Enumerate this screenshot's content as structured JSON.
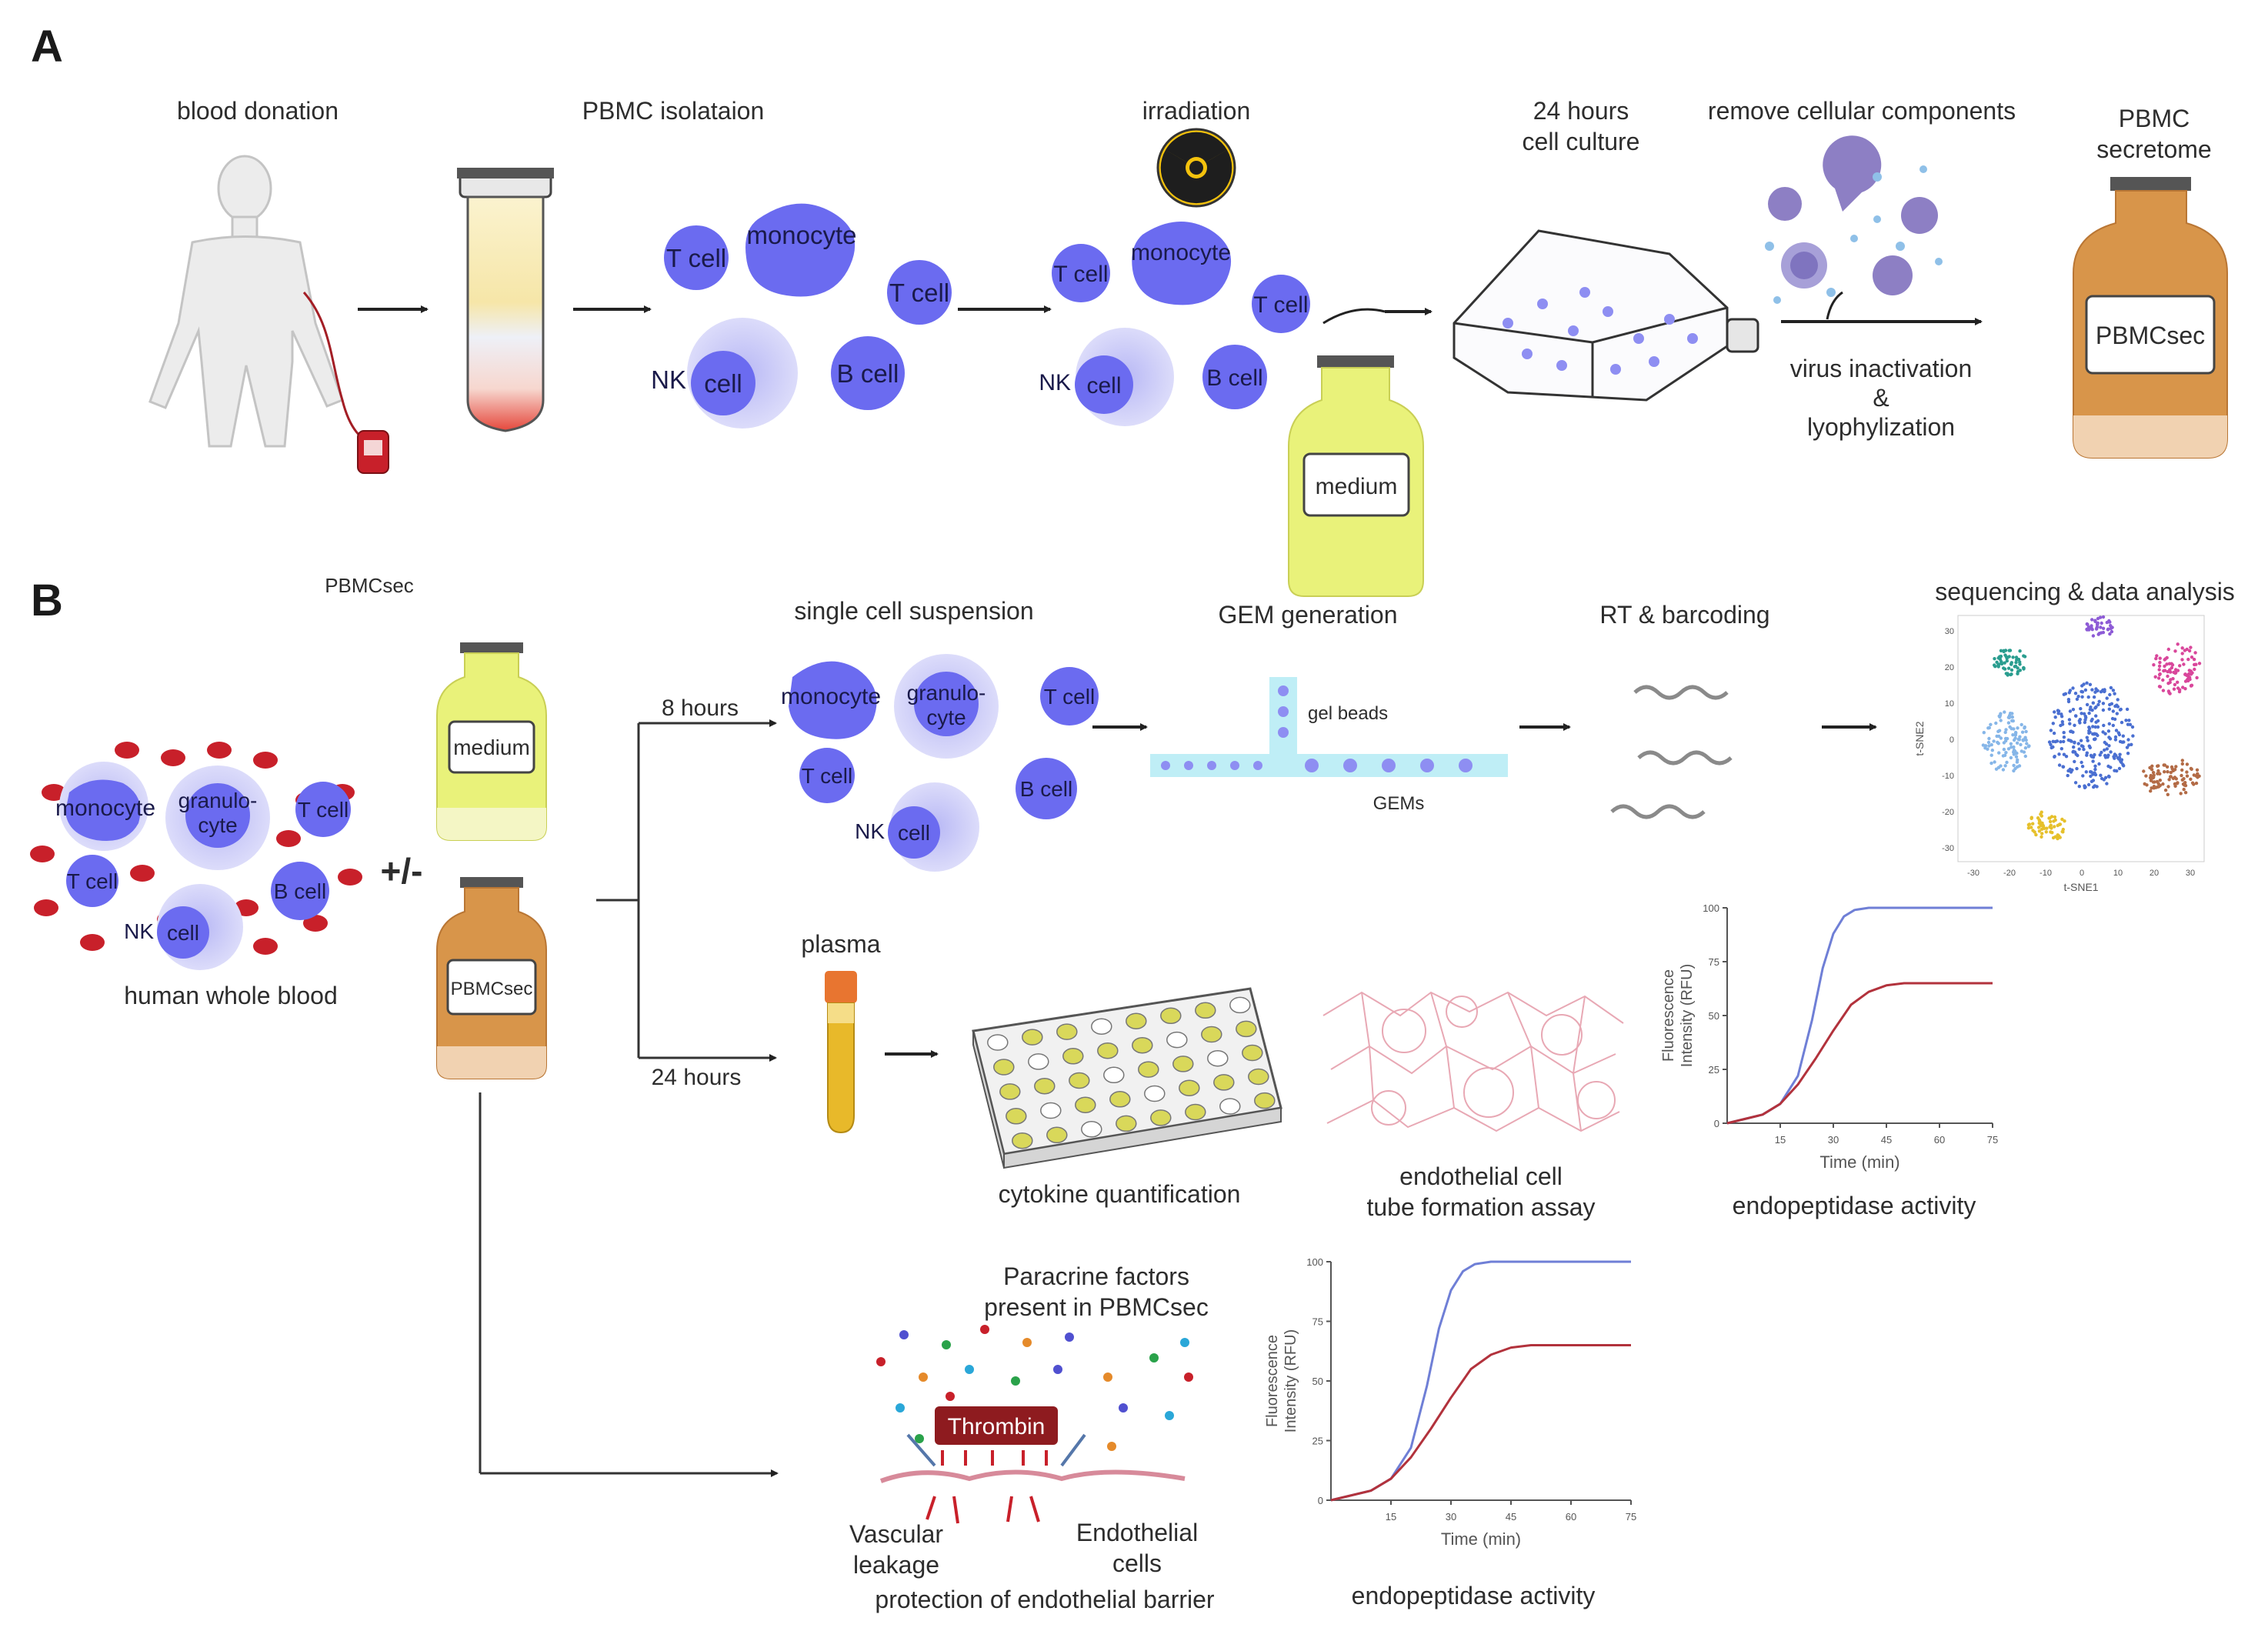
{
  "panel_a": {
    "letter": "A",
    "steps": {
      "blood_donation": "blood donation",
      "pbmc_isolation": "PBMC isolataion",
      "irradiation": "irradiation",
      "culture_line1": "24 hours",
      "culture_line2": "cell culture",
      "remove_cellular": "remove cellular components",
      "secretome_line1": "PBMC",
      "secretome_line2": "secretome",
      "virus_line1": "virus inactivation",
      "virus_line2": "&",
      "virus_line3": "lyophylization"
    },
    "cells": {
      "t_cell": "T cell",
      "monocyte": "monocyte",
      "nk_prefix": "NK",
      "cell": "cell",
      "b_cell": "B cell"
    },
    "bottles": {
      "medium": "medium",
      "pbmcsec": "PBMCsec"
    }
  },
  "panel_b": {
    "letter": "B",
    "pbmcsec_caption": "PBMCsec",
    "plus_minus": "+/-",
    "whole_blood": "human whole blood",
    "cells": {
      "monocyte": "monocyte",
      "granulo_1": "granulo-",
      "granulo_2": "cyte",
      "t_cell": "T cell",
      "b_cell": "B cell",
      "nk_prefix": "NK",
      "cell": "cell"
    },
    "bottles": {
      "medium": "medium",
      "pbmcsec": "PBMCsec"
    },
    "time_8h": "8 hours",
    "time_24h": "24  hours",
    "single_cell": "single cell suspension",
    "gem_generation": "GEM generation",
    "gel_beads": "gel beads",
    "gems": "GEMs",
    "rt_barcoding": "RT & barcoding",
    "sequencing": "sequencing & data analysis",
    "tsne_y": "t-SNE2",
    "tsne_x": "t-SNE1",
    "tsne_xticks": [
      "-30",
      "-20",
      "-10",
      "0",
      "10",
      "20",
      "30"
    ],
    "tsne_yticks": [
      "30",
      "20",
      "10",
      "0",
      "-10",
      "-20",
      "-30"
    ],
    "plasma": "plasma",
    "cytokine": "cytokine quantification",
    "tube_line1": "endothelial cell",
    "tube_line2": "tube formation assay",
    "endo_activity": "endopeptidase activity",
    "paracrine_line1": "Paracrine factors",
    "paracrine_line2": "present in PBMCsec",
    "thrombin": "Thrombin",
    "vascular_line1": "Vascular",
    "vascular_line2": "leakage",
    "endothelial_line1": "Endothelial",
    "endothelial_line2": "cells",
    "protection": "protection of endothelial barrier"
  },
  "colors": {
    "cell_blue": "#6b6bf0",
    "cell_halo": "#c9c9f7",
    "medium_yellow": "#e9f27a",
    "pbmcsec_orange": "#d8954a",
    "curve_blue": "#6f7fd6",
    "curve_red": "#b2323c",
    "rbc_red": "#c8202a",
    "thrombin": "#8e1b1f"
  },
  "chart_data": [
    {
      "type": "line",
      "xlabel": "Time (min)",
      "ylabel": "Fluorescence Intensity (RFU)",
      "xticks": [
        "15",
        "30",
        "45",
        "60",
        "75"
      ],
      "yticks": [
        "0",
        "25",
        "50",
        "75",
        "100"
      ],
      "xlim": [
        0,
        75
      ],
      "ylim": [
        0,
        100
      ],
      "series": [
        {
          "x": [
            0,
            10,
            15,
            20,
            24,
            27,
            30,
            33,
            36,
            40,
            50,
            60,
            75
          ],
          "values": [
            0,
            4,
            9,
            22,
            48,
            72,
            88,
            96,
            99,
            100,
            100,
            100,
            100
          ],
          "color": "#6f7fd6"
        },
        {
          "x": [
            0,
            10,
            15,
            20,
            25,
            30,
            35,
            40,
            45,
            50,
            60,
            75
          ],
          "values": [
            0,
            4,
            9,
            18,
            30,
            43,
            55,
            61,
            64,
            65,
            65,
            65
          ],
          "color": "#b2323c"
        }
      ]
    },
    {
      "type": "line",
      "xlabel": "Time (min)",
      "ylabel": "Fluorescence Intensity (RFU)",
      "xticks": [
        "15",
        "30",
        "45",
        "60",
        "75"
      ],
      "yticks": [
        "0",
        "25",
        "50",
        "75",
        "100"
      ],
      "xlim": [
        0,
        75
      ],
      "ylim": [
        0,
        100
      ],
      "series": [
        {
          "x": [
            0,
            10,
            15,
            20,
            24,
            27,
            30,
            33,
            36,
            40,
            50,
            60,
            75
          ],
          "values": [
            0,
            4,
            9,
            22,
            48,
            72,
            88,
            96,
            99,
            100,
            100,
            100,
            100
          ],
          "color": "#6f7fd6"
        },
        {
          "x": [
            0,
            10,
            15,
            20,
            25,
            30,
            35,
            40,
            45,
            50,
            60,
            75
          ],
          "values": [
            0,
            4,
            9,
            18,
            30,
            43,
            55,
            61,
            64,
            65,
            65,
            65
          ],
          "color": "#b2323c"
        }
      ]
    }
  ]
}
